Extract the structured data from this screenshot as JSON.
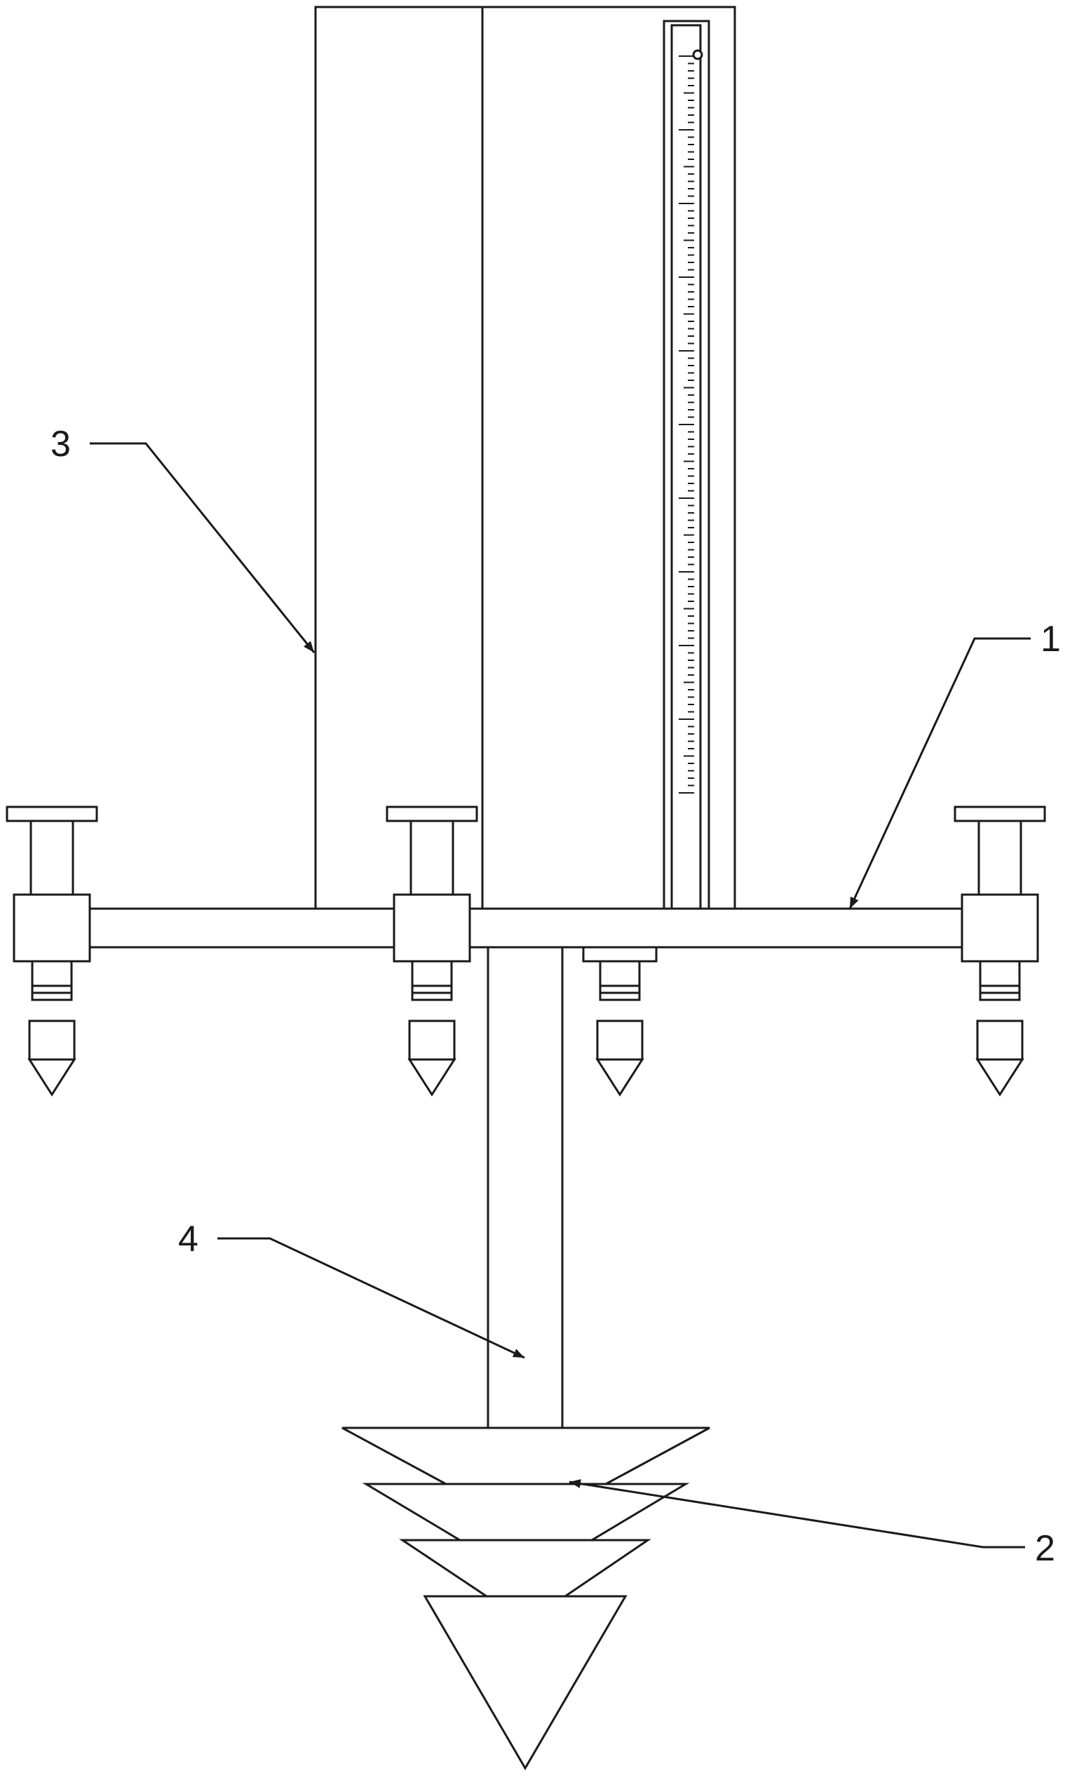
{
  "colors": {
    "line": "#1a1a1a",
    "background": "#ffffff",
    "fill": "#ffffff"
  },
  "callouts": {
    "c1": {
      "label": "1"
    },
    "c2": {
      "label": "2"
    },
    "c3": {
      "label": "3"
    },
    "c4": {
      "label": "4"
    }
  }
}
